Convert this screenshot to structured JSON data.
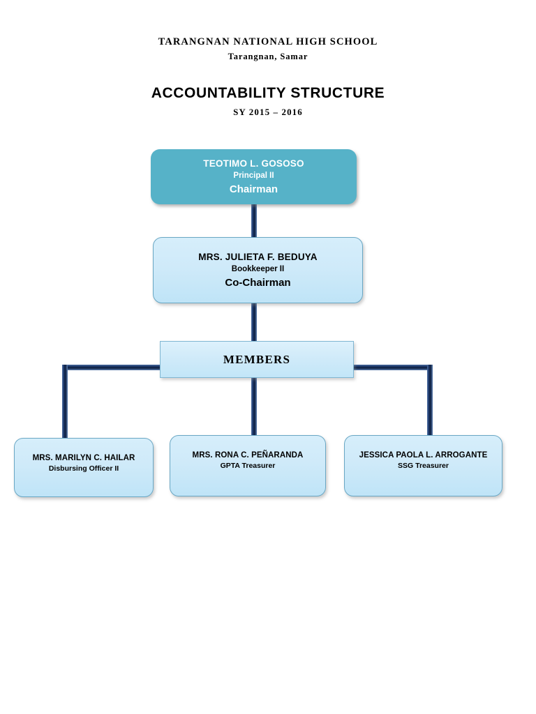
{
  "header": {
    "school_name": "TARANGNAN NATIONAL HIGH SCHOOL",
    "location": "Tarangnan, Samar",
    "title": "ACCOUNTABILITY STRUCTURE",
    "school_year": "SY 2015 – 2016"
  },
  "chart_data": {
    "type": "org-chart",
    "title": "ACCOUNTABILITY STRUCTURE",
    "colors": {
      "chairman_fill": "#56b2c8",
      "chairman_text": "#ffffff",
      "node_fill": "#cfeaf9",
      "node_border": "#69a7c4",
      "connector": "#1b2f5e",
      "page_background": "#ffffff"
    },
    "nodes": [
      {
        "id": "chairman",
        "name": "TEOTIMO L. GOSOSO",
        "position": "Principal II",
        "role": "Chairman",
        "level": 1
      },
      {
        "id": "co-chairman",
        "name": "MRS. JULIETA F. BEDUYA",
        "position": "Bookkeeper II",
        "role": "Co-Chairman",
        "level": 2
      },
      {
        "id": "members",
        "name": "MEMBERS",
        "level": 3
      },
      {
        "id": "member-1",
        "name": "MRS. MARILYN C. HAILAR",
        "position": "Disbursing Officer II",
        "level": 4
      },
      {
        "id": "member-2",
        "name": "MRS. RONA C. PEÑARANDA",
        "position": "GPTA Treasurer",
        "level": 4
      },
      {
        "id": "member-3",
        "name": "JESSICA PAOLA L. ARROGANTE",
        "position": "SSG Treasurer",
        "level": 4
      }
    ],
    "edges": [
      {
        "from": "chairman",
        "to": "co-chairman"
      },
      {
        "from": "co-chairman",
        "to": "members"
      },
      {
        "from": "members",
        "to": "member-1"
      },
      {
        "from": "members",
        "to": "member-2"
      },
      {
        "from": "members",
        "to": "member-3"
      }
    ]
  }
}
